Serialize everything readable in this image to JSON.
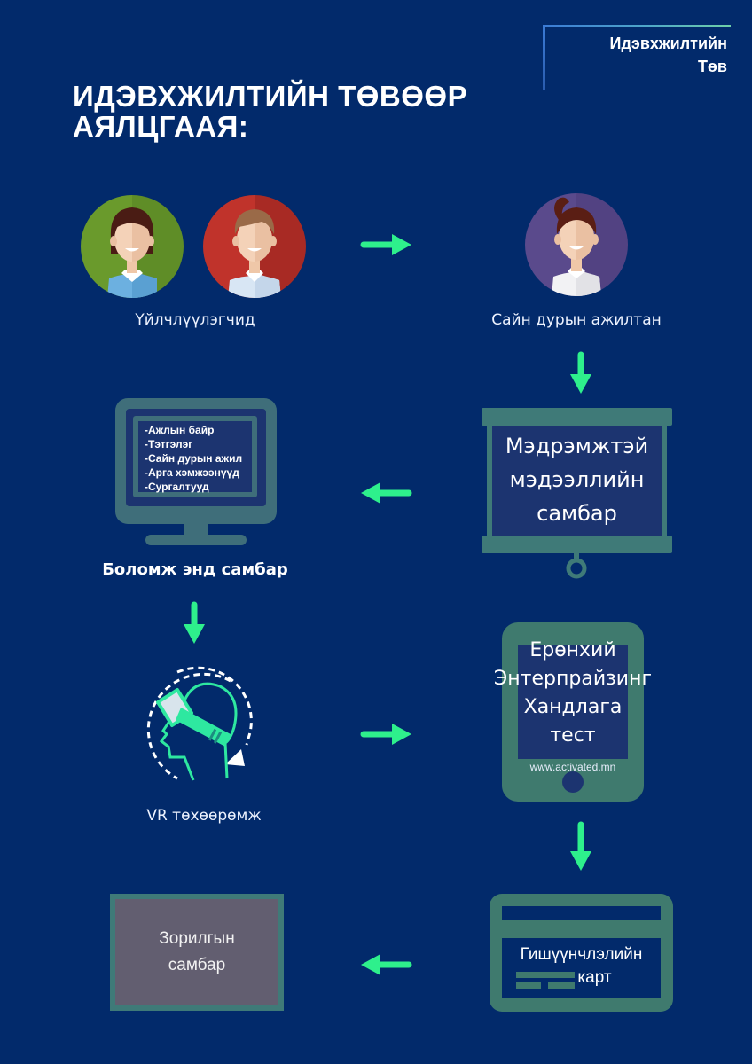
{
  "brand": {
    "line1": "Идэвхжилтийн",
    "line2": "Төв"
  },
  "title": {
    "line1": "ИДЭВХЖИЛТИЙН ТӨВӨӨР",
    "line2": "АЯЛЦГААЯ:"
  },
  "colors": {
    "background": "#022a6b",
    "arrow": "#2ef08c",
    "icon_teal": "#3f7a78",
    "panel_dark": "#1c3470",
    "goal_board": "#625e70"
  },
  "steps": {
    "customers": {
      "label": "Үйлчлүүлэгчид"
    },
    "volunteer": {
      "label": "Сайн дурын ажилтан"
    },
    "info_board": {
      "lines": [
        "Мэдрэмжтэй",
        "мэдээллийн",
        "самбар"
      ]
    },
    "opportunity_board": {
      "label": "Боломж энд самбар",
      "items": [
        "-Ажлын байр",
        "-Тэтгэлэг",
        "-Сайн дурын ажил",
        "-Арга хэмжээнүүд",
        "-Сургалтууд"
      ]
    },
    "vr": {
      "label": "VR төхөөрөмж"
    },
    "test": {
      "lines": [
        "Ерөнхий",
        "Энтерпрайзинг",
        "Хандлага",
        "тест"
      ],
      "url": "www.activated.mn"
    },
    "membership_card": {
      "lines": [
        "Гишүүнчлэлийн",
        "карт"
      ]
    },
    "goal_board": {
      "lines": [
        "Зорилгын",
        "самбар"
      ]
    }
  },
  "arrows": [
    {
      "from": "customers",
      "to": "volunteer",
      "direction": "right"
    },
    {
      "from": "volunteer",
      "to": "info_board",
      "direction": "down"
    },
    {
      "from": "info_board",
      "to": "opportunity_board",
      "direction": "left"
    },
    {
      "from": "opportunity_board",
      "to": "vr",
      "direction": "down"
    },
    {
      "from": "vr",
      "to": "test",
      "direction": "right"
    },
    {
      "from": "test",
      "to": "membership_card",
      "direction": "down"
    },
    {
      "from": "membership_card",
      "to": "goal_board",
      "direction": "left"
    }
  ]
}
